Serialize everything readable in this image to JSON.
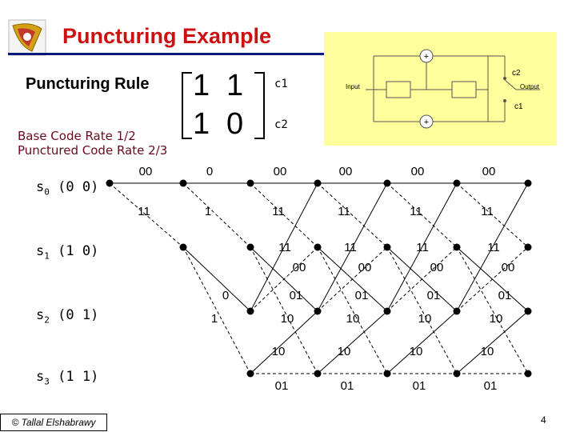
{
  "title": "Puncturing Example",
  "rule_label": "Puncturing Rule",
  "matrix": {
    "r1c1": "1",
    "r1c2": "1",
    "r2c1": "1",
    "r2c2": "0"
  },
  "matrix_row_labels": [
    "c1",
    "c2"
  ],
  "base_rate": "Base Code Rate 1/2",
  "punctured_rate": "Punctured Code Rate 2/3",
  "encoder": {
    "input_label": "Input",
    "output_label": "Output",
    "c1_label": "c1",
    "c2_label": "c2"
  },
  "states": [
    {
      "name": "s",
      "sub": "0",
      "bits": "(0 0)"
    },
    {
      "name": "s",
      "sub": "1",
      "bits": "(1 0)"
    },
    {
      "name": "s",
      "sub": "2",
      "bits": "(0 1)"
    },
    {
      "name": "s",
      "sub": "3",
      "bits": "(1 1)"
    }
  ],
  "trellis_labels": {
    "stage1": {
      "s0_s0": "00",
      "s0_s1": "11"
    },
    "stage2": {
      "s0_s0": "0",
      "s0_s1": "1",
      "s2_s0": "0",
      "s2_s1": "1"
    },
    "stage_full": [
      {
        "s0_s0": "00",
        "s0_s1": "11",
        "s1_s2": "11",
        "s1_s3": "00",
        "s2_s0": "01",
        "s2_s1": "10",
        "s3_s2": "10",
        "s3_s3": "01"
      },
      {
        "s0_s0": "00",
        "s0_s1": "11",
        "s1_s2": "11",
        "s1_s3": "00",
        "s2_s0": "01",
        "s2_s1": "10",
        "s3_s2": "10",
        "s3_s3": "01"
      },
      {
        "s0_s0": "00",
        "s0_s1": "11",
        "s1_s2": "11",
        "s1_s3": "00",
        "s2_s0": "01",
        "s2_s1": "10",
        "s3_s2": "10",
        "s3_s3": "01"
      },
      {
        "s0_s0": "00",
        "s0_s1": "11",
        "s1_s2": "11",
        "s1_s3": "00",
        "s2_s0": "01",
        "s2_s1": "10",
        "s3_s2": "10",
        "s3_s3": "01"
      }
    ]
  },
  "footer": "© Tallal Elshabrawy",
  "page_number": "4"
}
